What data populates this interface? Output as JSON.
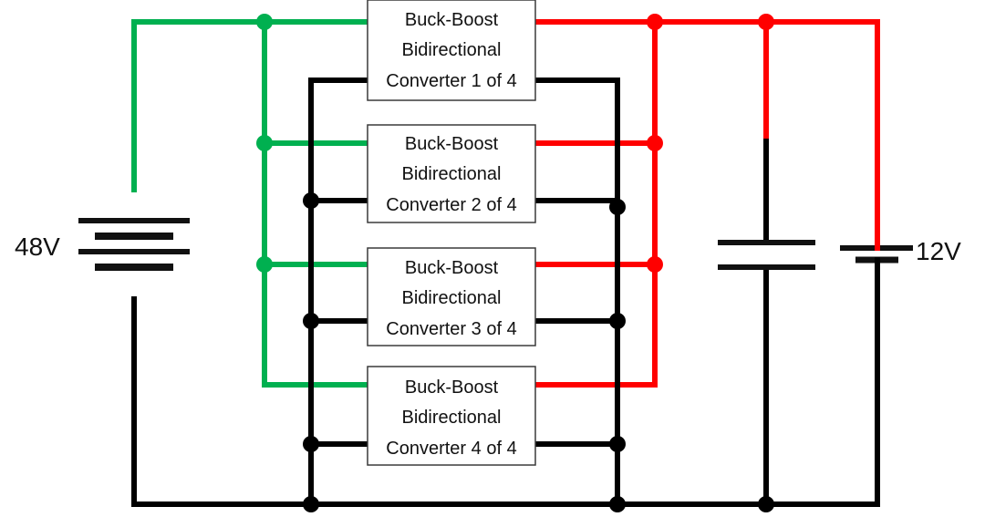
{
  "colors": {
    "high_voltage_wire": "#00b050",
    "low_voltage_wire": "#ff0000",
    "ground_wire": "#000000"
  },
  "battery_48v": {
    "label": "48V"
  },
  "battery_12v": {
    "label": "12V"
  },
  "converters": [
    {
      "line1": "Buck-Boost",
      "line2": "Bidirectional",
      "line3": "Converter 1 of 4"
    },
    {
      "line1": "Buck-Boost",
      "line2": "Bidirectional",
      "line3": "Converter 2 of 4"
    },
    {
      "line1": "Buck-Boost",
      "line2": "Bidirectional",
      "line3": "Converter 3 of 4"
    },
    {
      "line1": "Buck-Boost",
      "line2": "Bidirectional",
      "line3": "Converter 4 of 4"
    }
  ]
}
